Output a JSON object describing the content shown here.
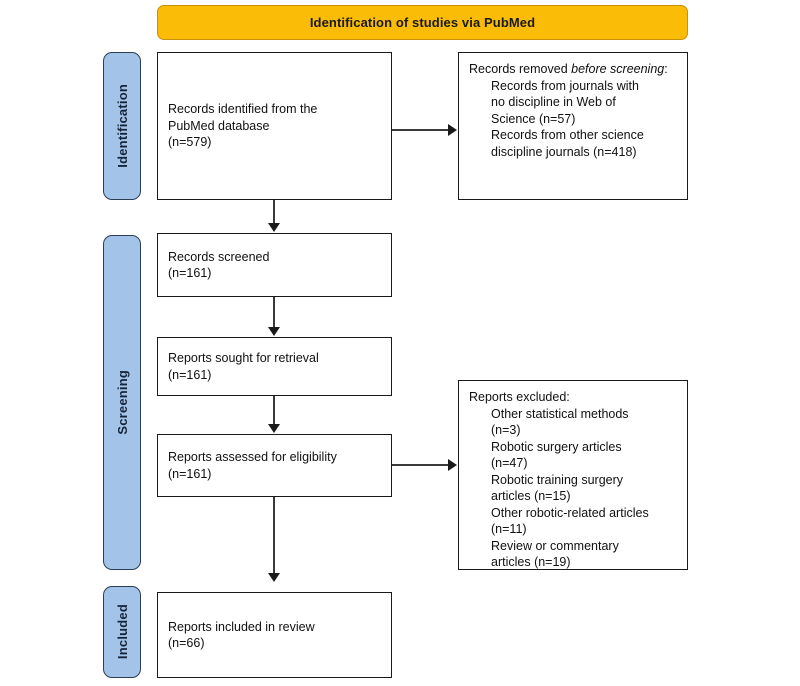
{
  "banner": {
    "label": "Identification of studies via PubMed",
    "color": "#fabc06"
  },
  "rails": {
    "color": "#a3c4e8",
    "items": [
      {
        "id": "identification",
        "label": "Identification"
      },
      {
        "id": "screening",
        "label": "Screening"
      },
      {
        "id": "included",
        "label": "Included"
      }
    ]
  },
  "boxes": {
    "identified": {
      "text": "Records identified from the\nPubMed database\n(n=579)"
    },
    "removed": {
      "title_lead": "Records removed ",
      "title_italic": "before\nscreening",
      "title_tail": ":",
      "items": "Records from journals with\nno discipline in Web of\nScience (n=57)\nRecords from other science\ndiscipline journals (n=418)"
    },
    "screened": {
      "text": "Records screened\n(n=161)"
    },
    "sought": {
      "text": "Reports sought for retrieval\n(n=161)"
    },
    "assessed": {
      "text": "Reports assessed for eligibility\n(n=161)"
    },
    "excluded": {
      "title": "Reports excluded:",
      "items": "Other statistical methods\n(n=3)\nRobotic surgery articles\n(n=47)\nRobotic training surgery\narticles (n=15)\nOther robotic-related articles\n(n=11)\nReview or commentary\narticles (n=19)"
    },
    "included": {
      "text": "Reports included in review\n(n=66)"
    }
  },
  "counts": {
    "records_identified": 579,
    "removed_no_discipline_web_of_science": 57,
    "removed_other_science_discipline": 418,
    "records_screened": 161,
    "reports_sought": 161,
    "reports_assessed": 161,
    "excluded_other_statistical_methods": 3,
    "excluded_robotic_surgery_articles": 47,
    "excluded_robotic_training_surgery_articles": 15,
    "excluded_other_robotic_related_articles": 11,
    "excluded_review_or_commentary_articles": 19,
    "reports_included": 66
  }
}
